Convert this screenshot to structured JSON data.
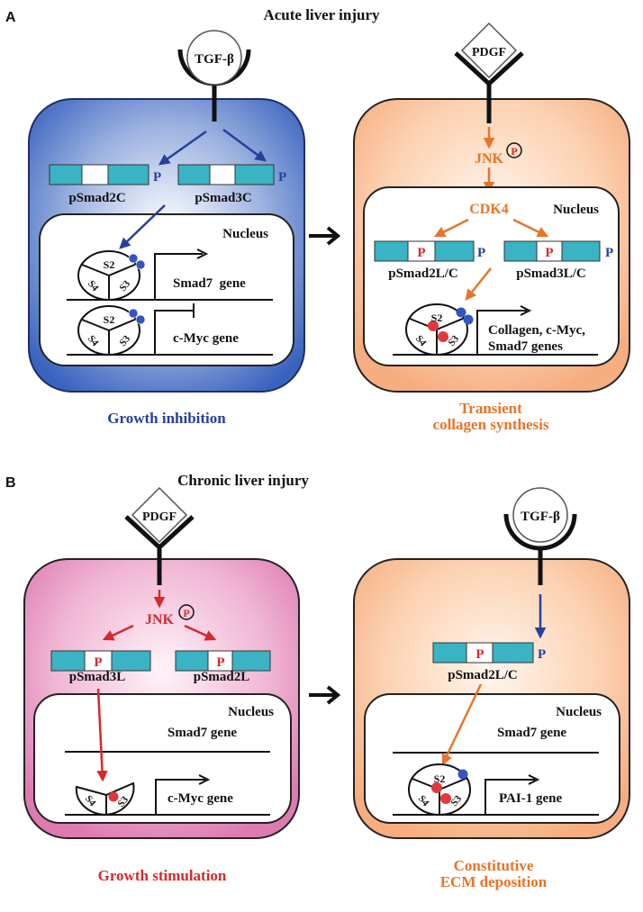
{
  "colors": {
    "blue": "#27409a",
    "orange": "#e8742a",
    "red": "#d8282c",
    "teal": "#3ab3c4",
    "black": "#111111"
  },
  "panelA": {
    "letter": "A",
    "title": "Acute liver injury",
    "left": {
      "ligand": "TGF-β",
      "smads": [
        {
          "label": "pSmad2C",
          "middle_p": "",
          "c_p": "P"
        },
        {
          "label": "pSmad3C",
          "middle_p": "",
          "c_p": "P"
        }
      ],
      "nucleus_label": "Nucleus",
      "complex_top": {
        "s2": "S2",
        "s4": "S4",
        "s3": "S3"
      },
      "complex_bottom": {
        "s2": "S2",
        "s4": "S4",
        "s3": "S3"
      },
      "genes": [
        "Smad7  gene",
        "c-Myc gene"
      ],
      "outcome": "Growth inhibition"
    },
    "right": {
      "ligand": "PDGF",
      "kinase1": "JNK",
      "phospho": "P",
      "kinase2": "CDK4",
      "nucleus_label": "Nucleus",
      "smads": [
        {
          "label": "pSmad2L/C",
          "middle_p": "P",
          "c_p": "P"
        },
        {
          "label": "pSmad3L/C",
          "middle_p": "P",
          "c_p": "P"
        }
      ],
      "complex": {
        "s2": "S2",
        "s4": "S4",
        "s3": "S3"
      },
      "genes_line1": "Collagen, c-Myc,",
      "genes_line2": "Smad7 genes",
      "outcome_line1": "Transient",
      "outcome_line2": "collagen synthesis"
    }
  },
  "panelB": {
    "letter": "B",
    "title": "Chronic liver injury",
    "left": {
      "ligand": "PDGF",
      "kinase1": "JNK",
      "phospho": "P",
      "smads": [
        {
          "label": "pSmad3L",
          "middle_p": "P"
        },
        {
          "label": "pSmad2L",
          "middle_p": "P"
        }
      ],
      "nucleus_label": "Nucleus",
      "gene_top": "Smad7 gene",
      "gene_bottom": "c-Myc gene",
      "complex": {
        "s4": "S4",
        "s3": "S3"
      },
      "outcome": "Growth stimulation"
    },
    "right": {
      "ligand": "TGF-β",
      "smads": [
        {
          "label": "pSmad2L/C",
          "middle_p": "P",
          "c_p": "P"
        }
      ],
      "nucleus_label": "Nucleus",
      "gene_top": "Smad7 gene",
      "gene_bottom": "PAI-1 gene",
      "complex": {
        "s2": "S2",
        "s4": "S4",
        "s3": "S3"
      },
      "outcome_line1": "Constitutive",
      "outcome_line2": "ECM deposition"
    }
  }
}
